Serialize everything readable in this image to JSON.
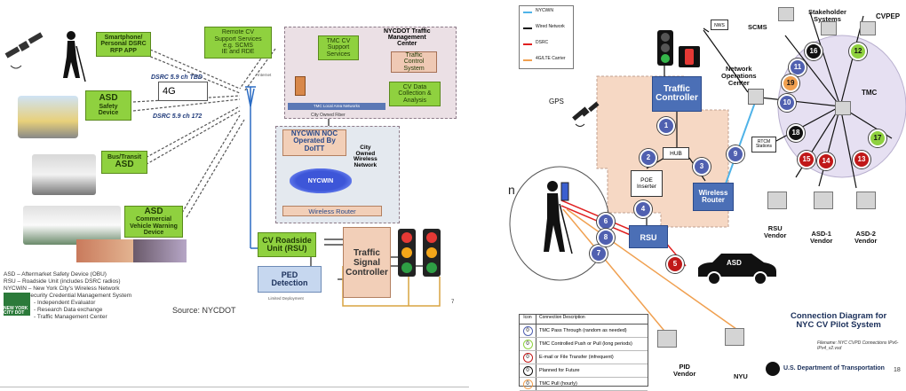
{
  "left": {
    "phone": "Smartphone/\nPersonal DSRC\nRFP APP",
    "asd_safety": {
      "title": "ASD",
      "sub": "Safety\nDevice"
    },
    "bus": {
      "title": "Bus/Transit",
      "sub": "ASD"
    },
    "commercial": {
      "title": "ASD",
      "sub": "Commercial\nVehicle Warning\nDevice"
    },
    "dsrc_tbd": "DSRC 5.9 ch TBD",
    "fourg": "4G",
    "dsrc_172": "DSRC 5.9 ch 172",
    "remote_cv": "Remote CV\nSupport Services\ne.g. SCMS\nIE and RDE",
    "internet": "Internet",
    "tmc_title": "NYCDOT Traffic\nManagement\nCenter",
    "tmc_cv": "TMC CV\nSupport\nServices",
    "traffic_ctrl": "Traffic\nControl\nSystem",
    "cv_data": "CV Data\nCollection &\nAnalysis",
    "lan": "TMC Local Area Networks",
    "fiber": "City Owned Fiber",
    "noc": "NYCWiN NOC\nOperated By\nDoITT",
    "city_wireless": "City\nOwned\nWireless\nNetwork",
    "nycwin": "NYCWIN",
    "wireless_router": "Wireless Router",
    "rsu": "CV Roadside\nUnit (RSU)",
    "tsc": "Traffic\nSignal\nController",
    "ped": "PED\nDetection",
    "limited": "Limited Deployment",
    "legend": [
      "ASD – Aftermarket Safety Device (OBU)",
      "RSU – Roadside Unit (includes DSRC radios)",
      "NYCWiN – New York City's Wireless Network",
      "SCMS – Security Credential Management System",
      "- Independent Evaluator",
      "- Research Data exchange",
      "- Traffic Management Center"
    ],
    "logo": "NEW YORK CITY DOT",
    "source": "Source: NYCDOT",
    "page": "7"
  },
  "right": {
    "legend_items": [
      {
        "label": "NYCWiN",
        "color": "#4fb3e8"
      },
      {
        "label": "Wired Network",
        "color": "#111111"
      },
      {
        "label": "DSRC",
        "color": "#e02020"
      },
      {
        "label": "4G/LTE Carrier",
        "color": "#f0a050"
      }
    ],
    "gps": "GPS",
    "traffic_controller": "Traffic\nController",
    "hub": "HUB",
    "poe": "POE\nInserter",
    "wireless_router": "Wireless\nRouter",
    "rsu": "RSU",
    "asd": "ASD",
    "nws": "NWS",
    "noc": "Network\nOperations\nCenter",
    "rtcm": "RTCM\nStations",
    "scms": "SCMS",
    "stakeholder": "Stakeholder\nSystems",
    "cvpep": "CVPEP",
    "tmc": "TMC",
    "rsu_vendor": "RSU\nVendor",
    "asd1": "ASD-1\nVendor",
    "asd2": "ASD-2\nVendor",
    "pid": "PID\nVendor",
    "nyu": "NYU",
    "title": "Connection Diagram for\nNYC CV Pilot System",
    "filename": "Filename: NYC CVPD Connections IPv6-\nIPv4_v2.vsd",
    "usdot": "U.S. Department of Transportation",
    "page": "18",
    "partial_n": "n",
    "table_header": [
      "Icon",
      "Connection Description"
    ],
    "table_rows": [
      {
        "num": "0",
        "color": "#5060b0",
        "text": "TMC Pass Through (random as needed)"
      },
      {
        "num": "0",
        "color": "#8fd13f",
        "text": "TMC Controlled Push or Pull (long periods)"
      },
      {
        "num": "0",
        "color": "#c01818",
        "text": "E-mail or File Transfer (infrequent)"
      },
      {
        "num": "0",
        "color": "#111111",
        "text": "Planned for Future"
      },
      {
        "num": "0",
        "color": "#f0a050",
        "text": "TMC Pull (hourly)"
      }
    ],
    "nodes": [
      {
        "n": "1",
        "color": "#5060b0"
      },
      {
        "n": "2",
        "color": "#5060b0"
      },
      {
        "n": "3",
        "color": "#5060b0"
      },
      {
        "n": "4",
        "color": "#5060b0"
      },
      {
        "n": "5",
        "color": "#c01818"
      },
      {
        "n": "6",
        "color": "#5060b0"
      },
      {
        "n": "7",
        "color": "#5060b0"
      },
      {
        "n": "8",
        "color": "#5060b0"
      },
      {
        "n": "9",
        "color": "#5060b0"
      },
      {
        "n": "10",
        "color": "#5060b0"
      },
      {
        "n": "11",
        "color": "#5060b0"
      },
      {
        "n": "12",
        "color": "#8fd13f"
      },
      {
        "n": "13",
        "color": "#c01818"
      },
      {
        "n": "14",
        "color": "#c01818"
      },
      {
        "n": "15",
        "color": "#c01818"
      },
      {
        "n": "16",
        "color": "#111111"
      },
      {
        "n": "17",
        "color": "#8fd13f"
      },
      {
        "n": "18",
        "color": "#111111"
      },
      {
        "n": "19",
        "color": "#f0a050"
      }
    ]
  }
}
